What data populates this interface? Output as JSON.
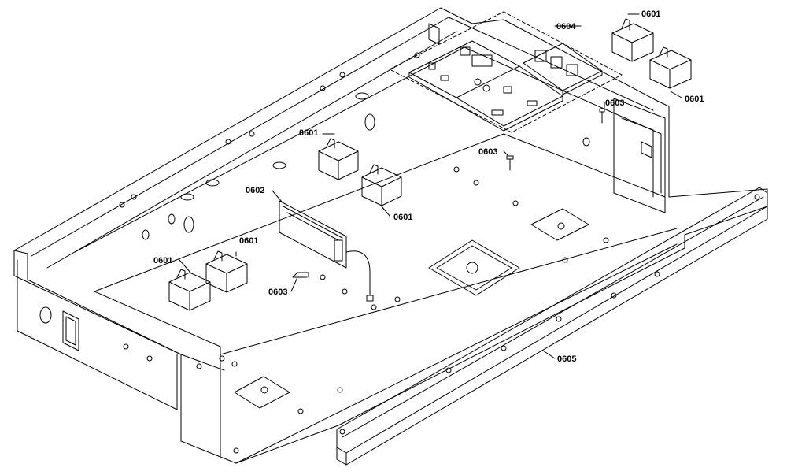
{
  "diagram": {
    "callouts": [
      {
        "id": "c1",
        "text": "0601"
      },
      {
        "id": "c2",
        "text": "0604"
      },
      {
        "id": "c3",
        "text": "0601"
      },
      {
        "id": "c4",
        "text": "0603"
      },
      {
        "id": "c5",
        "text": "0601"
      },
      {
        "id": "c6",
        "text": "0603"
      },
      {
        "id": "c7",
        "text": "0602"
      },
      {
        "id": "c8",
        "text": "0601"
      },
      {
        "id": "c9",
        "text": "0601"
      },
      {
        "id": "c10",
        "text": "0601"
      },
      {
        "id": "c11",
        "text": "0603"
      },
      {
        "id": "c12",
        "text": "0605"
      }
    ]
  },
  "colors": {
    "line": "#000000",
    "background": "#ffffff"
  }
}
